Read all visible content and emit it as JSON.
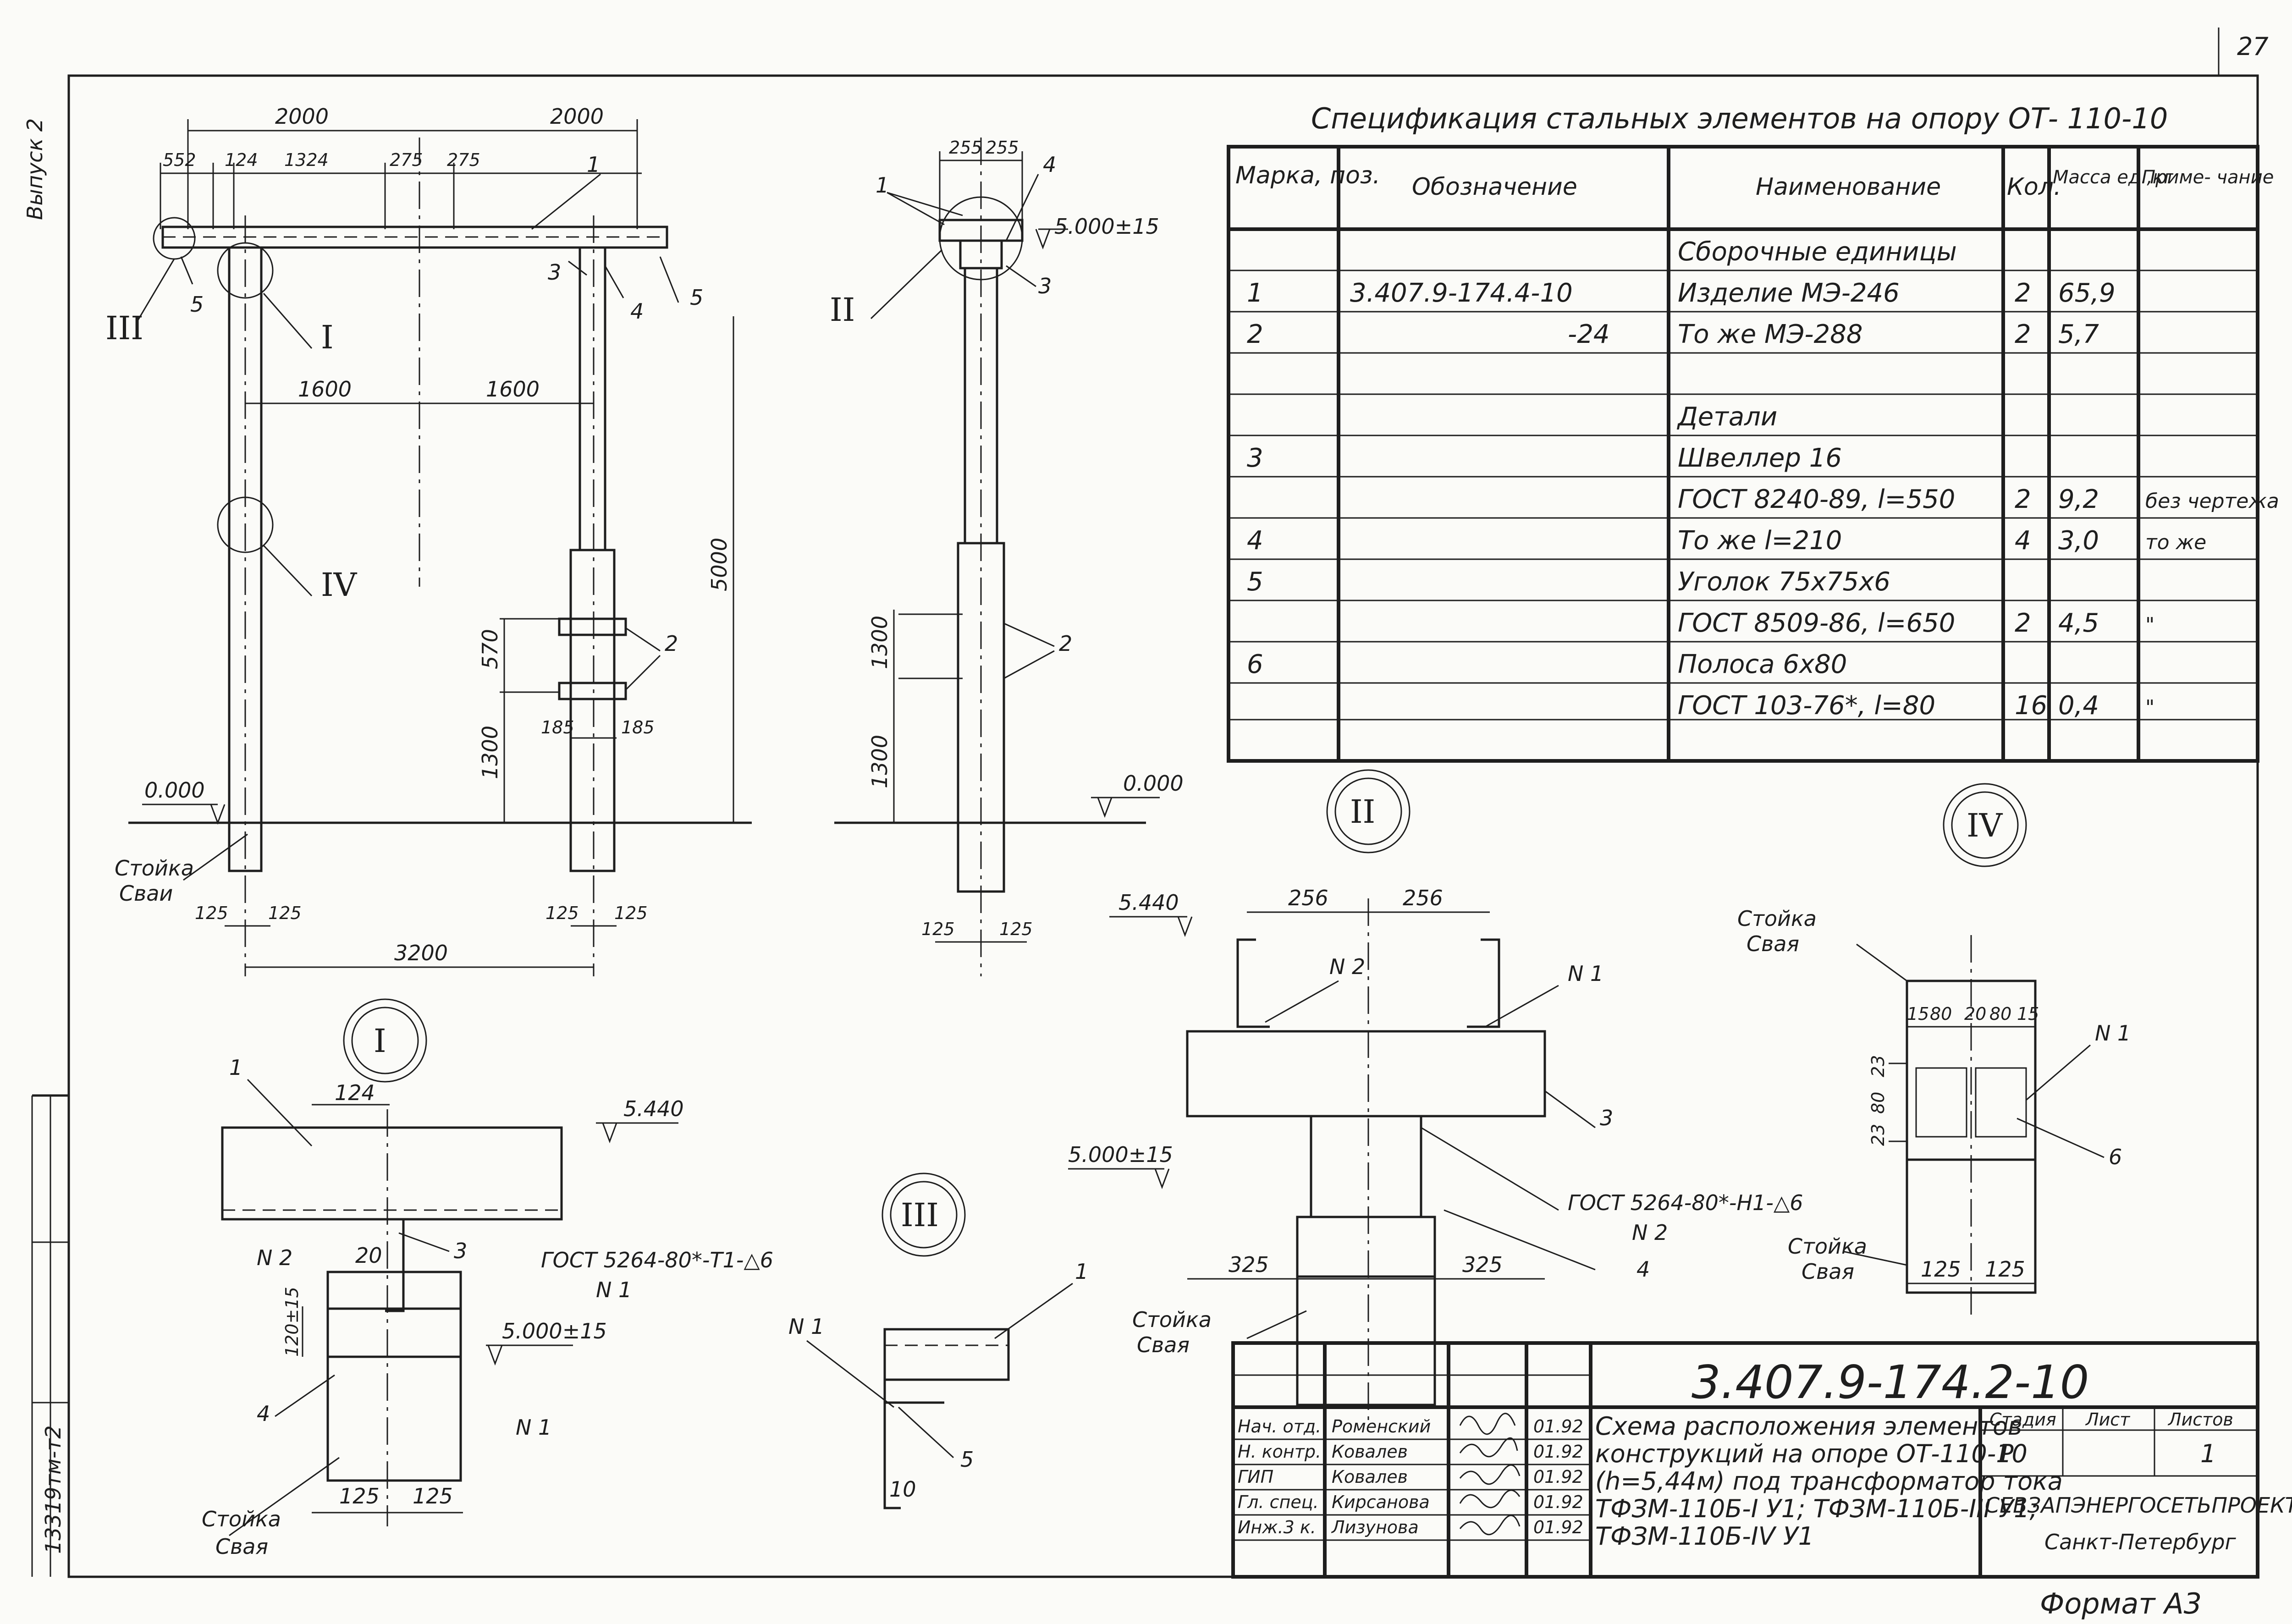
{
  "page": {
    "sheet_number": "27",
    "side_label": "Выпуск 2",
    "format": "Формат А3",
    "inventory": "13319тм-т2"
  },
  "spec": {
    "title": "Спецификация стальных элементов на опору  ОТ- 110-10",
    "headers": [
      "Марка, поз.",
      "Обозначение",
      "Наименование",
      "Кол.",
      "Масса ед.,кг",
      "Приме- чание"
    ],
    "rows": [
      {
        "mark": "",
        "designation": "",
        "name": "Сборочные единицы",
        "qty": "",
        "mass": "",
        "note": ""
      },
      {
        "mark": "1",
        "designation": "3.407.9-174.4-10",
        "name": "Изделие МЭ-246",
        "qty": "2",
        "mass": "65,9",
        "note": ""
      },
      {
        "mark": "2",
        "designation": "-24",
        "name": "То же МЭ-288",
        "qty": "2",
        "mass": "5,7",
        "note": ""
      },
      {
        "mark": "",
        "designation": "",
        "name": "",
        "qty": "",
        "mass": "",
        "note": ""
      },
      {
        "mark": "",
        "designation": "",
        "name": "Детали",
        "qty": "",
        "mass": "",
        "note": ""
      },
      {
        "mark": "3",
        "designation": "",
        "name": "Швеллер 16",
        "qty": "",
        "mass": "",
        "note": ""
      },
      {
        "mark": "",
        "designation": "",
        "name": "ГОСТ 8240-89, l=550",
        "qty": "2",
        "mass": "9,2",
        "note": "без чертежа"
      },
      {
        "mark": "4",
        "designation": "",
        "name": "То же          l=210",
        "qty": "4",
        "mass": "3,0",
        "note": "то же"
      },
      {
        "mark": "5",
        "designation": "",
        "name": "Уголок 75х75х6",
        "qty": "",
        "mass": "",
        "note": ""
      },
      {
        "mark": "",
        "designation": "",
        "name": "ГОСТ 8509-86, l=650",
        "qty": "2",
        "mass": "4,5",
        "note": "\""
      },
      {
        "mark": "6",
        "designation": "",
        "name": "Полоса 6х80",
        "qty": "",
        "mass": "",
        "note": ""
      },
      {
        "mark": "",
        "designation": "",
        "name": "ГОСТ 103-76*, l=80",
        "qty": "16",
        "mass": "0,4",
        "note": "\""
      }
    ]
  },
  "elevation": {
    "dims_top": [
      "2000",
      "2000"
    ],
    "dims_sub": [
      "552",
      "124",
      "1324",
      "275",
      "275"
    ],
    "dims_mid": [
      "1600",
      "1600"
    ],
    "dims_bottom": "3200",
    "dims_vert": [
      "5000",
      "570",
      "1300"
    ],
    "dims_small": [
      "185",
      "185",
      "125",
      "125",
      "125",
      "125"
    ],
    "level": "0.000",
    "post_label": "Стойка",
    "pile_label": "Сваи",
    "callouts": [
      "1",
      "2",
      "3",
      "4",
      "5",
      "5"
    ],
    "romans": [
      "I",
      "III",
      "IV"
    ]
  },
  "side_view": {
    "dims_top": [
      "255",
      "255"
    ],
    "level": "5.000±15",
    "level0": "0.000",
    "dims_vert": [
      "1300",
      "1300"
    ],
    "dims_bottom": [
      "125",
      "125"
    ],
    "callouts": [
      "1",
      "4",
      "3",
      "2"
    ],
    "roman": "II"
  },
  "node1": {
    "roman": "I",
    "dims": [
      "124",
      "20",
      "120±15",
      "125",
      "125"
    ],
    "level_top": "5.440",
    "level_mid": "5.000±15",
    "gost": "ГОСТ 5264-80*-Т1-△6",
    "weld": [
      "N 2",
      "N 1",
      "N 1"
    ],
    "callouts": [
      "1",
      "3",
      "4"
    ],
    "post_label": "Стойка",
    "pile_label": "Свая"
  },
  "node2": {
    "roman": "II",
    "dims": [
      "256",
      "256",
      "325",
      "325"
    ],
    "level_top": "5.440",
    "level_mid": "5.000±15",
    "gost": "ГОСТ 5264-80*-Н1-△6",
    "weld": [
      "N 2",
      "N 1",
      "N 2"
    ],
    "callouts": [
      "3",
      "4"
    ],
    "post_label": "Стойка",
    "pile_label": "Свая"
  },
  "node3": {
    "roman": "III",
    "weld": "N 1",
    "dim": "10",
    "callouts": [
      "1",
      "5"
    ]
  },
  "node4": {
    "roman": "IV",
    "dims_top": [
      "15",
      "80",
      "20",
      "80",
      "15"
    ],
    "dims_side": [
      "23",
      "80",
      "23"
    ],
    "dims_bottom": [
      "125",
      "125"
    ],
    "weld": "N 1",
    "callout": "6",
    "post_label": "Стойка",
    "pile_label": "Свая"
  },
  "title_block": {
    "code": "3.407.9-174.2-10",
    "description": [
      "Схема расположения элементов",
      "конструкций на опоре ОТ-110-10",
      "(h=5,44м) под трансформатор тока",
      "ТФЗМ-110Б-I У1; ТФЗМ-110Б-III У1;",
      "ТФЗМ-110Б-IV У1"
    ],
    "roles": [
      "Нач. отд.",
      "Н. контр.",
      "ГИП",
      "Гл. спец.",
      "Инж.3 к."
    ],
    "names": [
      "Роменский",
      "Ковалев",
      "Ковалев",
      "Кирсанова",
      "Лизунова"
    ],
    "dates": [
      "01.92",
      "01.92",
      "01.92",
      "01.92",
      "01.92"
    ],
    "stage_header": [
      "Стадия",
      "Лист",
      "Листов"
    ],
    "stage_values": [
      "Р",
      "",
      "1"
    ],
    "org": "СЕВЗАПЭНЕРГОСЕТЬПРОЕКТ",
    "city": "Санкт-Петербург"
  }
}
